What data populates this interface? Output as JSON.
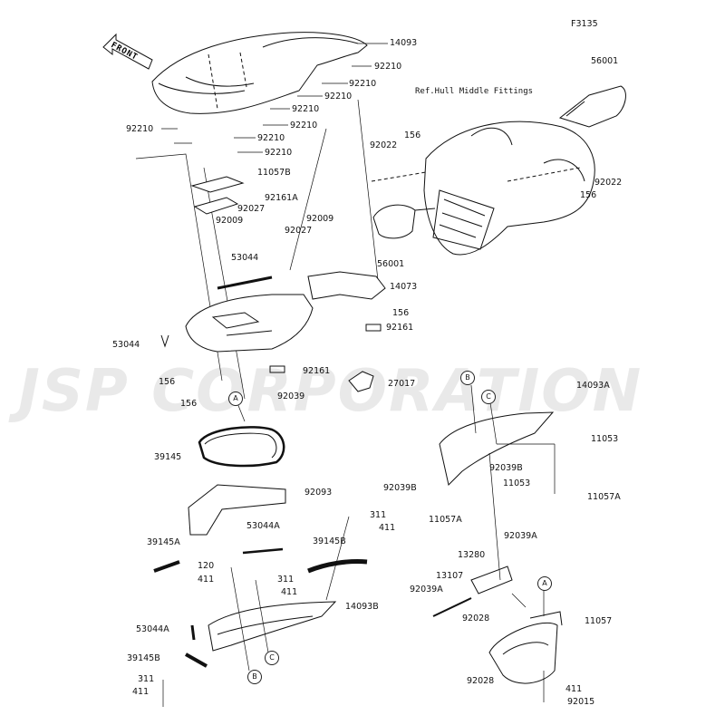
{
  "diagram_code": "F3135",
  "watermark": "JSP CORPORATION",
  "front_label": "FRONT",
  "reference_note": "Ref.Hull Middle Fittings",
  "circle_refs": [
    "A",
    "A",
    "B",
    "B",
    "C",
    "C"
  ],
  "part_labels": [
    "14093",
    "92210",
    "92210",
    "92210",
    "92210",
    "92210",
    "92210",
    "92210",
    "92210",
    "56001",
    "92022",
    "156",
    "92022",
    "156",
    "56001",
    "11057B",
    "92161A",
    "92027",
    "92009",
    "92009",
    "92027",
    "53044",
    "14073",
    "156",
    "92161",
    "53044",
    "156",
    "156",
    "A",
    "92039",
    "92161",
    "27017",
    "B",
    "C",
    "14093A",
    "11053",
    "92039B",
    "92039B",
    "11053",
    "11057A",
    "11057A",
    "39145",
    "92093",
    "311",
    "411",
    "53044A",
    "39145A",
    "39145B",
    "120",
    "411",
    "311",
    "411",
    "14093B",
    "53044A",
    "39145B",
    "311",
    "411",
    "B",
    "C",
    "13280",
    "92039A",
    "13107",
    "92039A",
    "92028",
    "A",
    "11057",
    "92028",
    "411",
    "92015"
  ]
}
